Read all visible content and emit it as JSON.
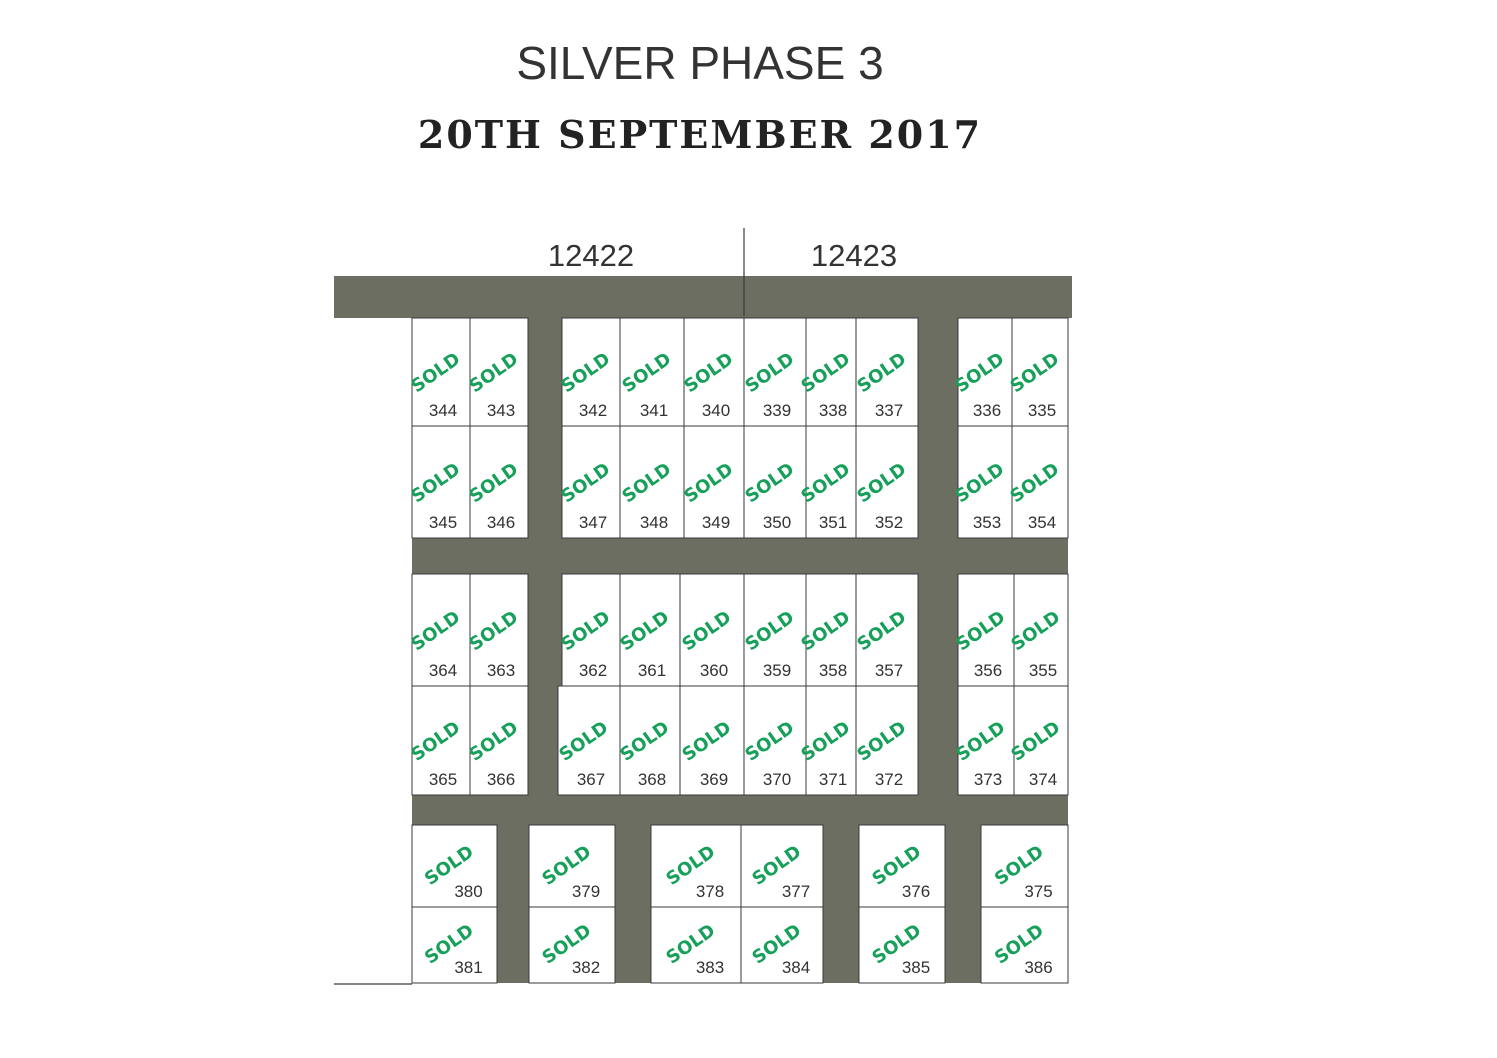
{
  "title": "SILVER PHASE 3",
  "date": "20TH SEPTEMBER 2017",
  "blocks": [
    "12422",
    "12423"
  ],
  "sold_label": "SOLD",
  "colors": {
    "road": "#6c6e62",
    "outline": "#3a3a3a",
    "sold": "#16a05a"
  },
  "plots": [
    {
      "num": "344",
      "status": "SOLD"
    },
    {
      "num": "343",
      "status": "SOLD"
    },
    {
      "num": "342",
      "status": "SOLD"
    },
    {
      "num": "341",
      "status": "SOLD"
    },
    {
      "num": "340",
      "status": "SOLD"
    },
    {
      "num": "339",
      "status": "SOLD"
    },
    {
      "num": "338",
      "status": "SOLD"
    },
    {
      "num": "337",
      "status": "SOLD"
    },
    {
      "num": "336",
      "status": "SOLD"
    },
    {
      "num": "335",
      "status": "SOLD"
    },
    {
      "num": "345",
      "status": "SOLD"
    },
    {
      "num": "346",
      "status": "SOLD"
    },
    {
      "num": "347",
      "status": "SOLD"
    },
    {
      "num": "348",
      "status": "SOLD"
    },
    {
      "num": "349",
      "status": "SOLD"
    },
    {
      "num": "350",
      "status": "SOLD"
    },
    {
      "num": "351",
      "status": "SOLD"
    },
    {
      "num": "352",
      "status": "SOLD"
    },
    {
      "num": "353",
      "status": "SOLD"
    },
    {
      "num": "354",
      "status": "SOLD"
    },
    {
      "num": "364",
      "status": "SOLD"
    },
    {
      "num": "363",
      "status": "SOLD"
    },
    {
      "num": "362",
      "status": "SOLD"
    },
    {
      "num": "361",
      "status": "SOLD"
    },
    {
      "num": "360",
      "status": "SOLD"
    },
    {
      "num": "359",
      "status": "SOLD"
    },
    {
      "num": "358",
      "status": "SOLD"
    },
    {
      "num": "357",
      "status": "SOLD"
    },
    {
      "num": "356",
      "status": "SOLD"
    },
    {
      "num": "355",
      "status": "SOLD"
    },
    {
      "num": "365",
      "status": "SOLD"
    },
    {
      "num": "366",
      "status": "SOLD"
    },
    {
      "num": "367",
      "status": "SOLD"
    },
    {
      "num": "368",
      "status": "SOLD"
    },
    {
      "num": "369",
      "status": "SOLD"
    },
    {
      "num": "370",
      "status": "SOLD"
    },
    {
      "num": "371",
      "status": "SOLD"
    },
    {
      "num": "372",
      "status": "SOLD"
    },
    {
      "num": "373",
      "status": "SOLD"
    },
    {
      "num": "374",
      "status": "SOLD"
    },
    {
      "num": "380",
      "status": "SOLD"
    },
    {
      "num": "379",
      "status": "SOLD"
    },
    {
      "num": "378",
      "status": "SOLD"
    },
    {
      "num": "377",
      "status": "SOLD"
    },
    {
      "num": "376",
      "status": "SOLD"
    },
    {
      "num": "375",
      "status": "SOLD"
    },
    {
      "num": "381",
      "status": "SOLD"
    },
    {
      "num": "382",
      "status": "SOLD"
    },
    {
      "num": "383",
      "status": "SOLD"
    },
    {
      "num": "384",
      "status": "SOLD"
    },
    {
      "num": "385",
      "status": "SOLD"
    },
    {
      "num": "386",
      "status": "SOLD"
    }
  ]
}
